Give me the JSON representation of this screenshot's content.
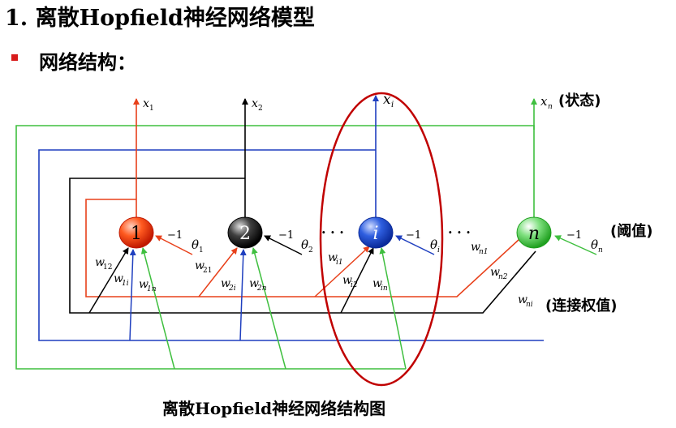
{
  "title": "1. 离散Hopfield神经网络模型",
  "subtitle": "网络结构：",
  "caption": "离散Hopfield神经网络结构图",
  "colors": {
    "red": "#e8401a",
    "black": "#000000",
    "blue": "#1f3fbf",
    "green": "#3fbf3f",
    "ellipse": "#c00000"
  },
  "diagram": {
    "nodes": [
      {
        "label": "1",
        "fill": "red"
      },
      {
        "label": "2",
        "fill": "black"
      },
      {
        "label": "i",
        "fill": "blue"
      },
      {
        "label": "n",
        "fill": "green"
      }
    ],
    "outputs": {
      "x1": "x",
      "x1sub": "1",
      "x2": "x",
      "x2sub": "2",
      "xi": "x",
      "xisub": "i",
      "xn": "x",
      "xnsub": "n",
      "state": "(状态)"
    },
    "thresholds": {
      "minus_one": "−1",
      "theta": "θ",
      "t1": "1",
      "t2": "2",
      "ti": "i",
      "tn": "n",
      "annotation": "(阈值)"
    },
    "ellipsis": "· · ·",
    "weights": {
      "w": "w",
      "s12": "12",
      "s1i": "1i",
      "s1n": "1n",
      "s21": "21",
      "s2i": "2i",
      "s2n": "2n",
      "si1": "i1",
      "si2": "i2",
      "sin": "in",
      "sn1": "n1",
      "sn2": "n2",
      "sni": "ni",
      "annotation": "(连接权值)"
    }
  }
}
